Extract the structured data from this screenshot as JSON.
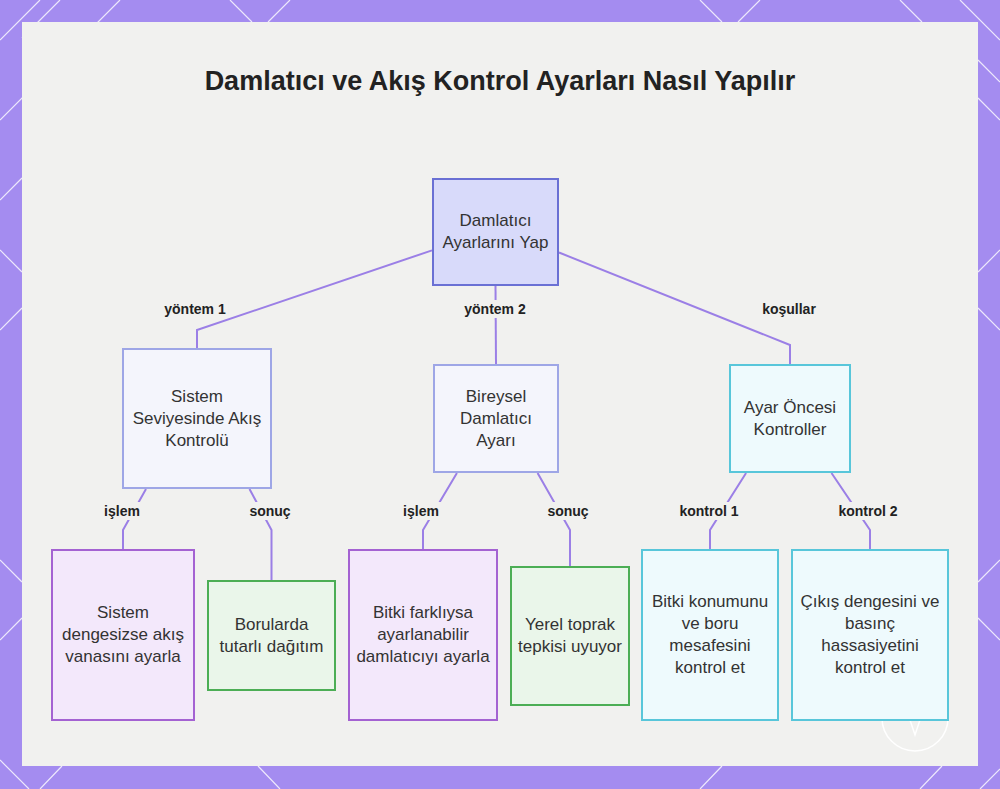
{
  "diagram": {
    "title": "Damlatıcı ve Akış Kontrol Ayarları Nasıl Yapılır",
    "nodes": [
      {
        "text": [
          "Damlatıcı Ayarlarını Yap"
        ]
      },
      {
        "text": [
          "Sistem Seviyesinde Akış Kontrolü"
        ]
      },
      {
        "text": [
          "Bireysel Damlatıcı Ayarı"
        ]
      },
      {
        "text": [
          "Ayar Öncesi Kontroller"
        ]
      },
      {
        "text": [
          "Sistem dengesizse akış vanasını ayarla"
        ]
      },
      {
        "text": [
          "Borularda tutarlı dağıtım"
        ]
      },
      {
        "text": [
          "Bitki farklıysa ayarlanabilir damlatıcıyı ayarla"
        ]
      },
      {
        "text": [
          "Yerel toprak tepkisi uyuyor"
        ]
      },
      {
        "text": [
          "Bitki konumunu ve boru mesafesini kontrol et"
        ]
      },
      {
        "text": [
          "Çıkış dengesini ve basınç hassasiyetini kontrol et"
        ]
      }
    ],
    "edges": [
      {
        "from": 0,
        "to": 1,
        "label": "yöntem 1",
        "arrow": "none"
      },
      {
        "from": 0,
        "to": 2,
        "label": "yöntem 2",
        "arrow": "none"
      },
      {
        "from": 0,
        "to": 3,
        "label": "koşullar",
        "arrow": "none"
      },
      {
        "from": 1,
        "to": 4,
        "label": "işlem",
        "arrow": "none"
      },
      {
        "from": 1,
        "to": 5,
        "label": "sonuç",
        "arrow": "none"
      },
      {
        "from": 2,
        "to": 6,
        "label": "işlem",
        "arrow": "none"
      },
      {
        "from": 2,
        "to": 7,
        "label": "sonuç",
        "arrow": "none"
      },
      {
        "from": 3,
        "to": 8,
        "label": "kontrol 1",
        "arrow": "none"
      },
      {
        "from": 3,
        "to": 9,
        "label": "kontrol 2",
        "arrow": "none"
      }
    ]
  }
}
